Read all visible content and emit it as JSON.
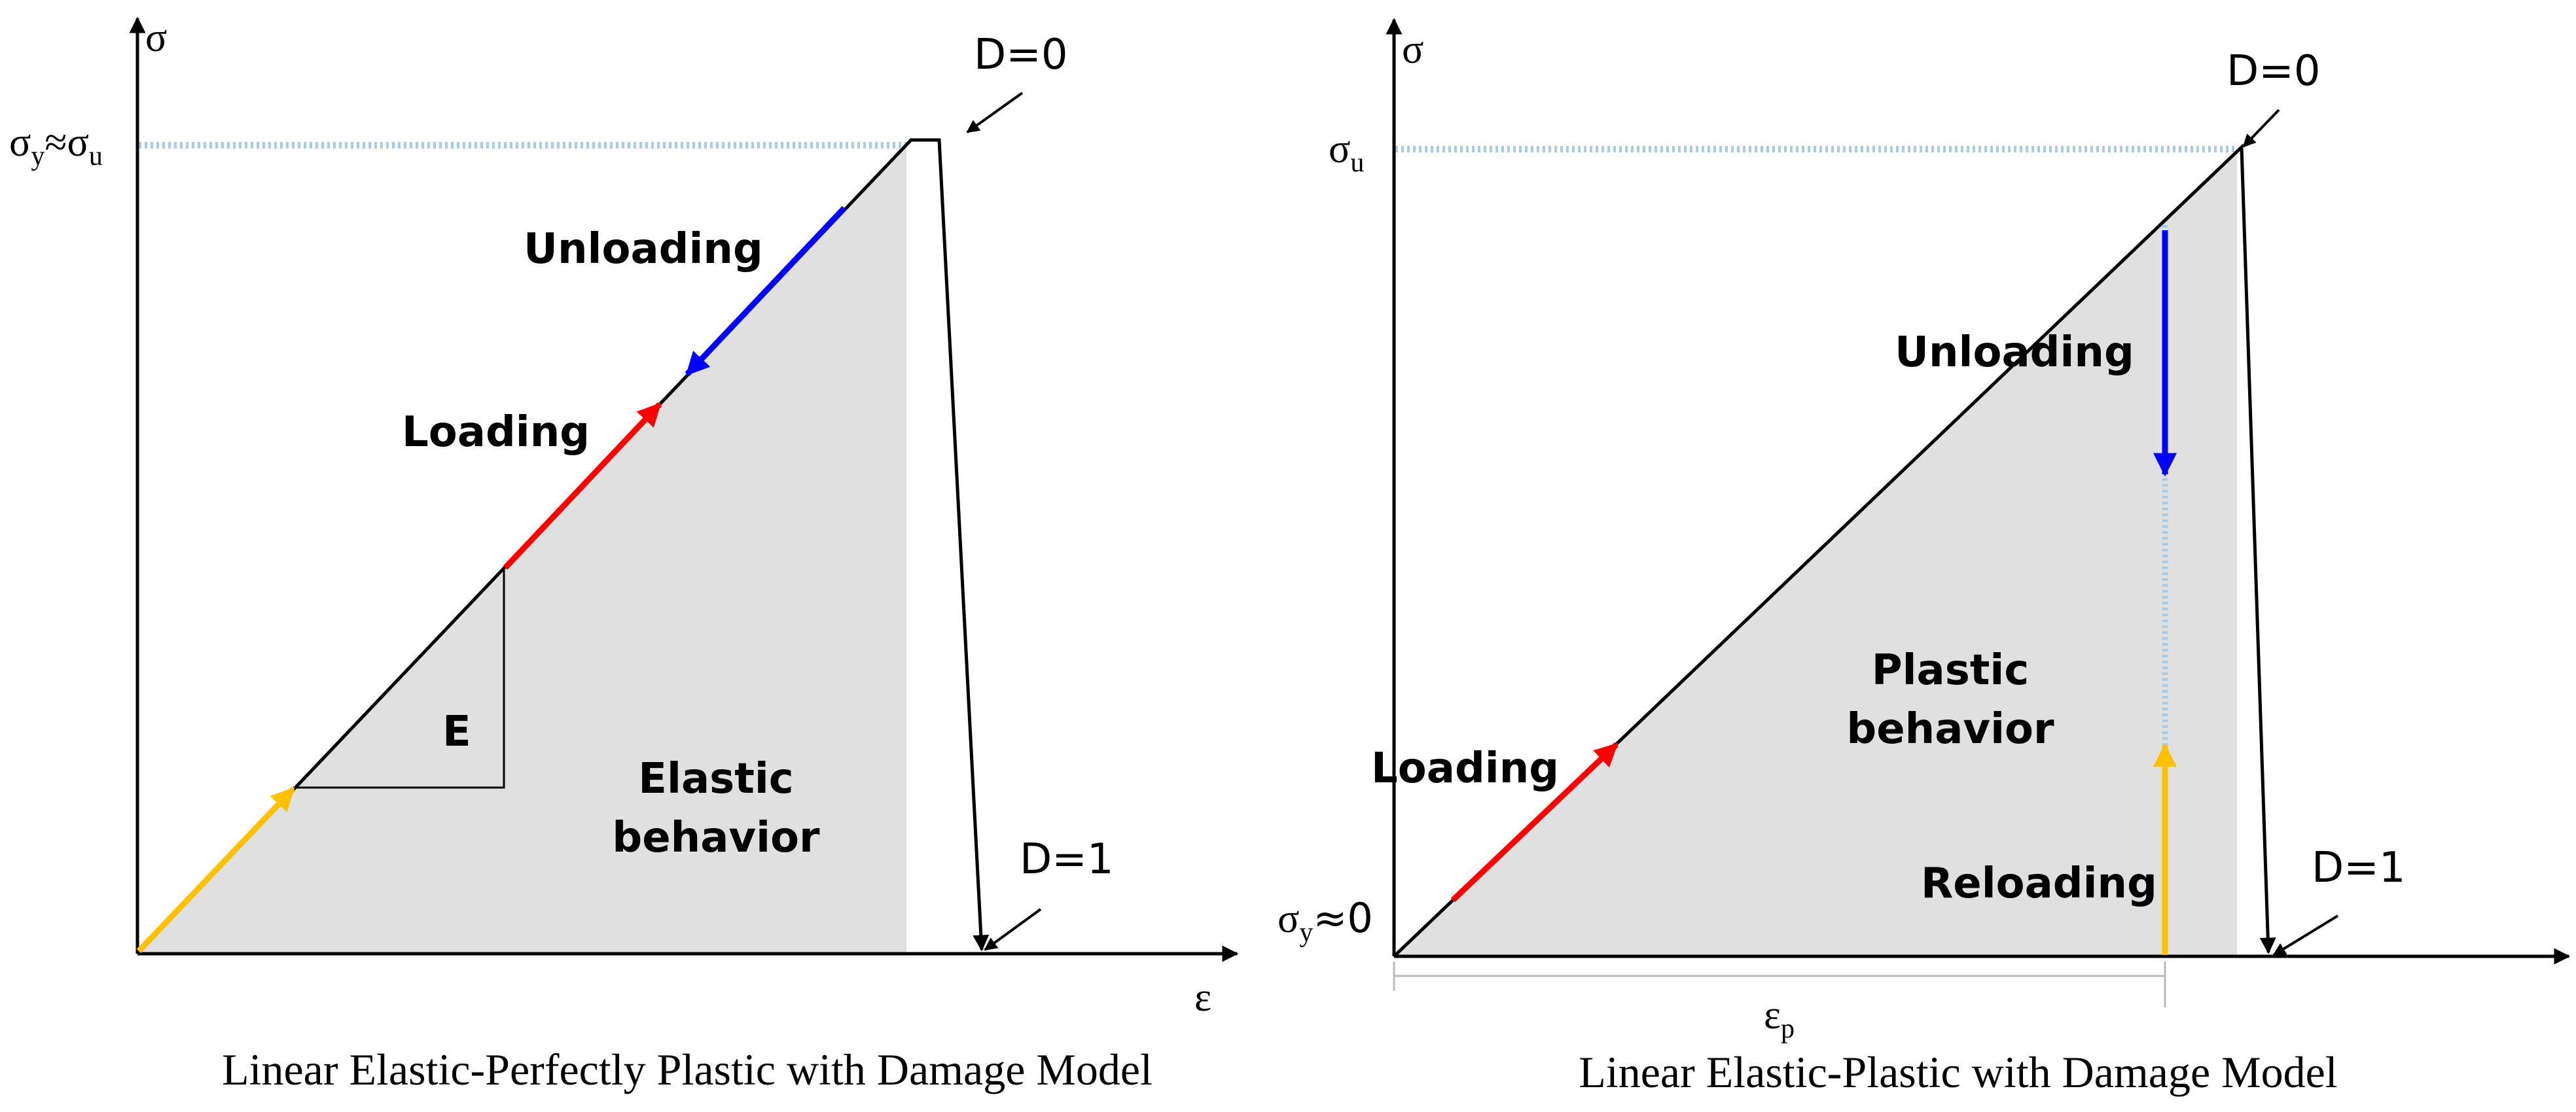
{
  "left_panel": {
    "y_axis_label": "σ",
    "x_axis_label": "ε",
    "yield_level_label_main": "σ",
    "yield_level_label_sub1": "y",
    "yield_level_label_approx": "≈",
    "yield_level_label_main2": "σ",
    "yield_level_label_sub2": "u",
    "top_damage_label": "D=0",
    "bottom_damage_label": "D=1",
    "unloading_label": "Unloading",
    "loading_label": "Loading",
    "modulus_label": "E",
    "region_label_line1": "Elastic",
    "region_label_line2": "behavior",
    "caption": "Linear Elastic-Perfectly Plastic with Damage Model"
  },
  "right_panel": {
    "y_axis_label": "σ",
    "ultimate_level_label_main": "σ",
    "ultimate_level_label_sub": "u",
    "origin_label_main": "σ",
    "origin_label_sub": "y",
    "origin_label_value": "≈0",
    "top_damage_label": "D=0",
    "bottom_damage_label": "D=1",
    "unloading_label": "Unloading",
    "loading_label": "Loading",
    "reloading_label": "Reloading",
    "region_label_line1": "Plastic",
    "region_label_line2": "behavior",
    "plastic_strain_label_main": "ε",
    "plastic_strain_label_sub": "p",
    "caption": "Linear Elastic-Plastic with Damage Model"
  },
  "colors": {
    "shaded_region": "#e0e0e0",
    "dotted_level_line": "#a9cbe6",
    "loading_arrow": "#ff0000",
    "unloading_arrow": "#0000ff",
    "initial_and_reloading_arrow": "#ffc000",
    "axes": "#000000"
  }
}
